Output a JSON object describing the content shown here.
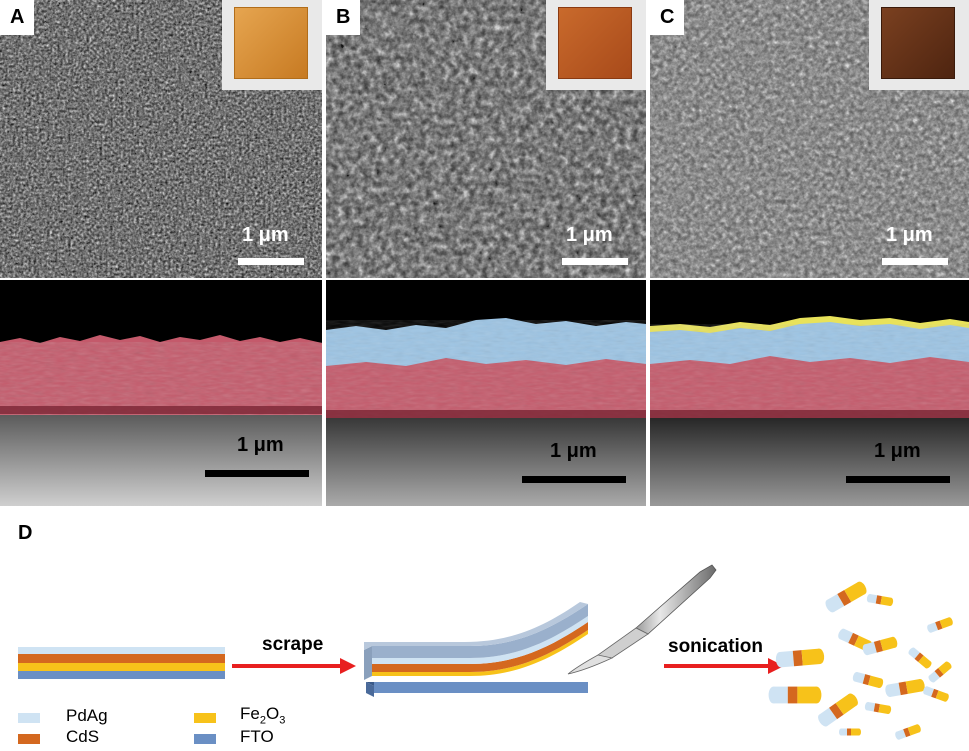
{
  "figure": {
    "panels": [
      {
        "label": "A",
        "scale_text": "1 μm",
        "scale_text_cross": "1 μm"
      },
      {
        "label": "B",
        "scale_text": "1 μm",
        "scale_text_cross": "1 μm"
      },
      {
        "label": "C",
        "scale_text": "1 μm",
        "scale_text_cross": "1 μm"
      }
    ],
    "schematic": {
      "label": "D",
      "step1": "scrape",
      "step2": "sonication",
      "legend": [
        {
          "name": "PdAg",
          "color": "#cfe3f3"
        },
        {
          "name": "CdS",
          "color": "#d4681f"
        },
        {
          "name": "Fe",
          "sub": "2",
          "rest": "O",
          "sub2": "3",
          "color": "#f7c21a"
        },
        {
          "name": "FTO",
          "color": "#6a8fc4"
        }
      ]
    },
    "colors": {
      "arrow": "#e81f1f",
      "cross_red": "#c45a6b",
      "cross_blue": "#9cc4e4",
      "cross_yellow": "#e8e25a"
    }
  }
}
